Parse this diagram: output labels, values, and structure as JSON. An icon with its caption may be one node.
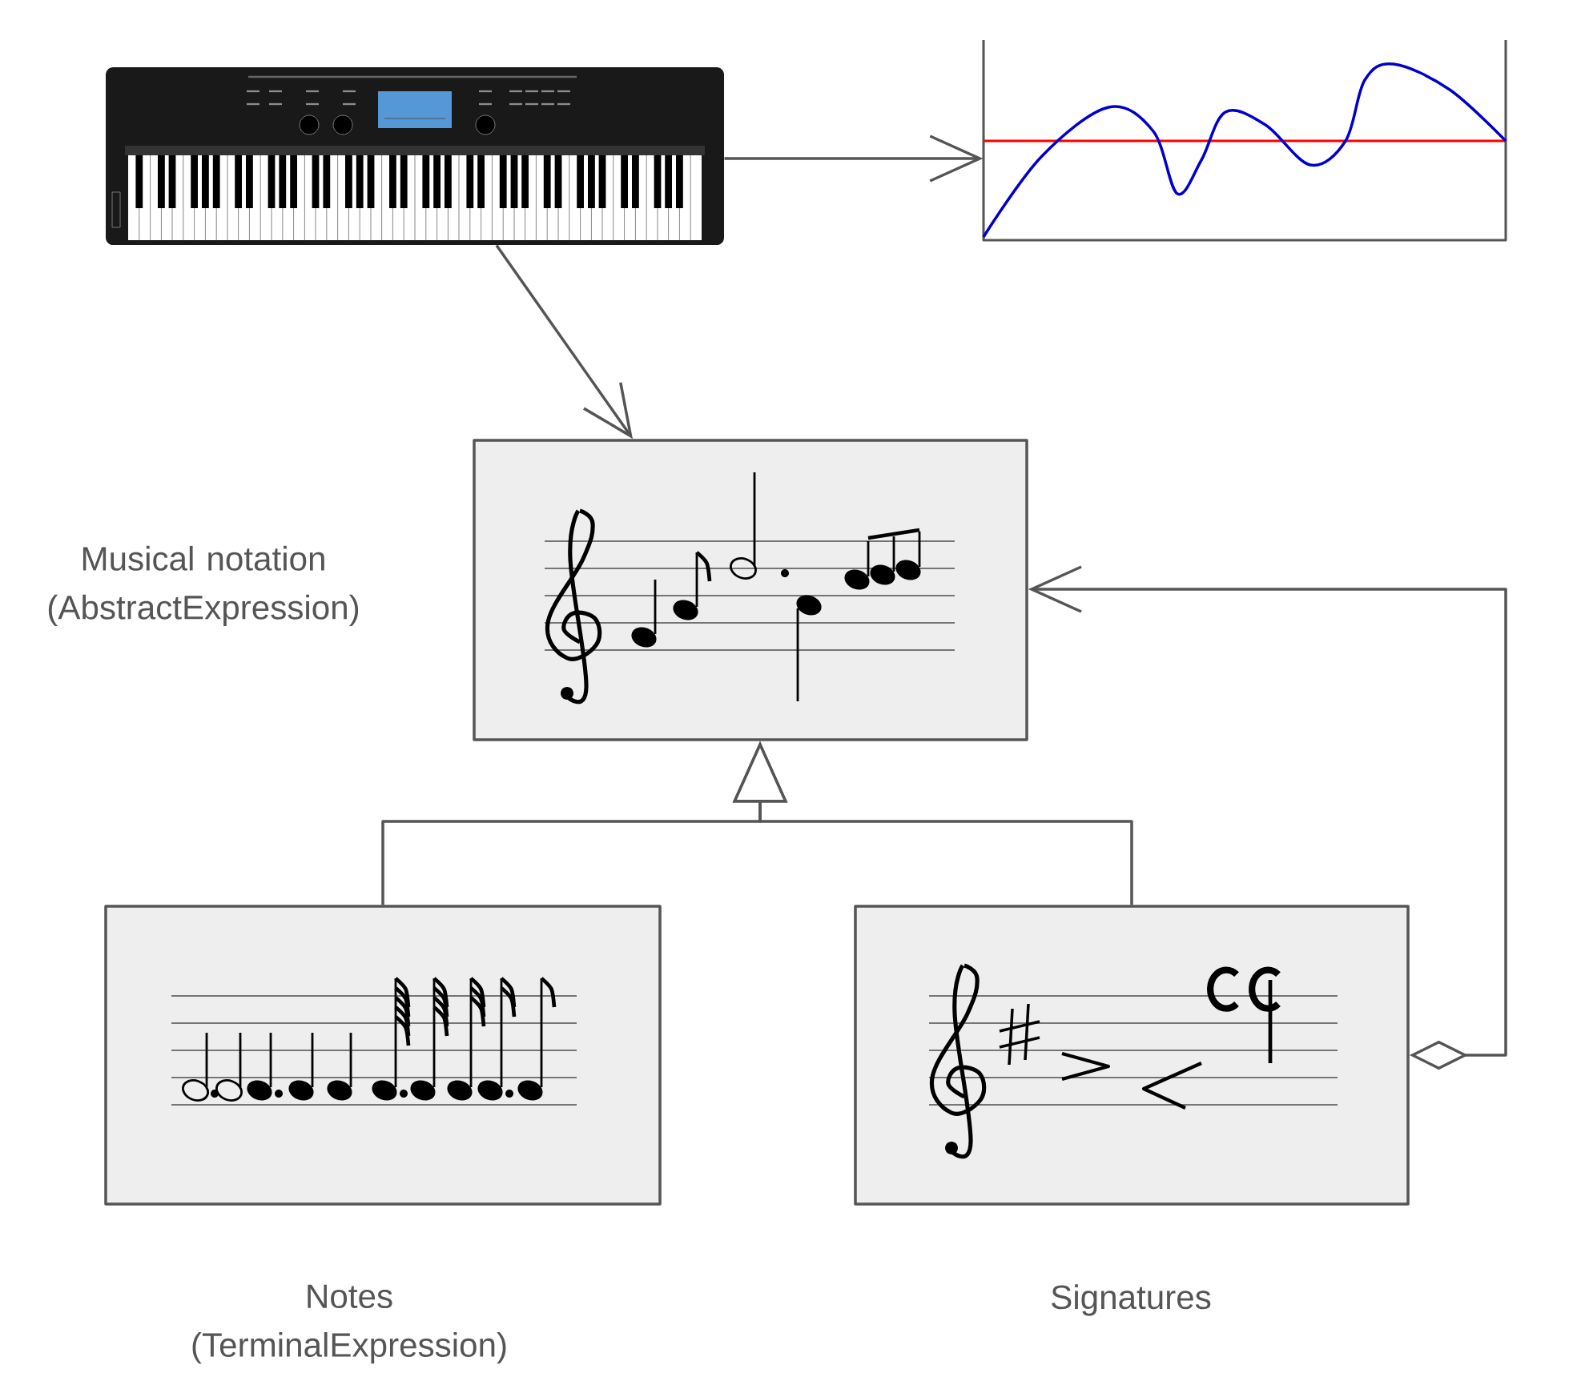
{
  "diagram": {
    "nodes": [
      {
        "text": [],
        "shape": "picture"
      },
      {
        "text": [],
        "shape": "picture"
      },
      {
        "text": [
          "Musical notation (AbstractExpression)"
        ]
      },
      {
        "text": [
          "Notes (TerminalExpression)"
        ]
      },
      {
        "text": [
          "Signatures"
        ]
      }
    ],
    "edges": [
      {
        "from": 0,
        "to": 1,
        "arrow": "to"
      },
      {
        "from": 0,
        "to": 2,
        "arrow": "to"
      },
      {
        "from": 3,
        "to": 2,
        "arrow": "to"
      },
      {
        "from": 4,
        "to": 2,
        "arrow": "to"
      },
      {
        "from": 4,
        "to": 2,
        "arrow": "to"
      }
    ]
  }
}
